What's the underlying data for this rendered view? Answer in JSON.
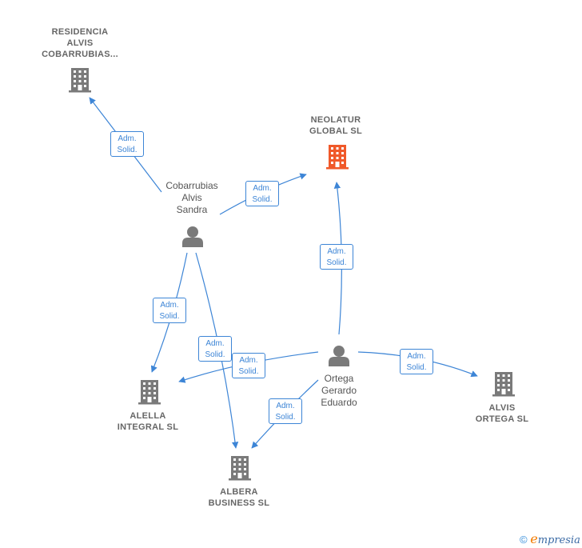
{
  "nodes": {
    "residencia": {
      "lines": [
        "RESIDENCIA",
        "ALVIS",
        "COBARRUBIAS..."
      ],
      "type": "company"
    },
    "neolatur": {
      "lines": [
        "NEOLATUR",
        "GLOBAL  SL"
      ],
      "type": "company-main"
    },
    "cobarrubias": {
      "lines": [
        "Cobarrubias",
        "Alvis",
        "Sandra"
      ],
      "type": "person"
    },
    "ortega": {
      "lines": [
        "Ortega",
        "Gerardo",
        "Eduardo"
      ],
      "type": "person"
    },
    "alella": {
      "lines": [
        "ALELLA",
        "INTEGRAL  SL"
      ],
      "type": "company"
    },
    "albera": {
      "lines": [
        "ALBERA",
        "BUSINESS  SL"
      ],
      "type": "company"
    },
    "alvis_ortega": {
      "lines": [
        "ALVIS",
        "ORTEGA SL"
      ],
      "type": "company"
    }
  },
  "edge_label": {
    "line1": "Adm.",
    "line2": "Solid."
  },
  "edges": [
    {
      "from": "cobarrubias",
      "to": "residencia"
    },
    {
      "from": "cobarrubias",
      "to": "neolatur"
    },
    {
      "from": "cobarrubias",
      "to": "alella"
    },
    {
      "from": "cobarrubias",
      "to": "albera"
    },
    {
      "from": "ortega",
      "to": "neolatur"
    },
    {
      "from": "ortega",
      "to": "alella"
    },
    {
      "from": "ortega",
      "to": "albera"
    },
    {
      "from": "ortega",
      "to": "alvis_ortega"
    }
  ],
  "colors": {
    "edge": "#3d85d6",
    "company": "#7a7a7a",
    "main_company": "#f0592a",
    "person": "#7a7a7a"
  },
  "footer": {
    "copyright": "©",
    "brand_initial": "e",
    "brand_rest": "mpresia"
  }
}
